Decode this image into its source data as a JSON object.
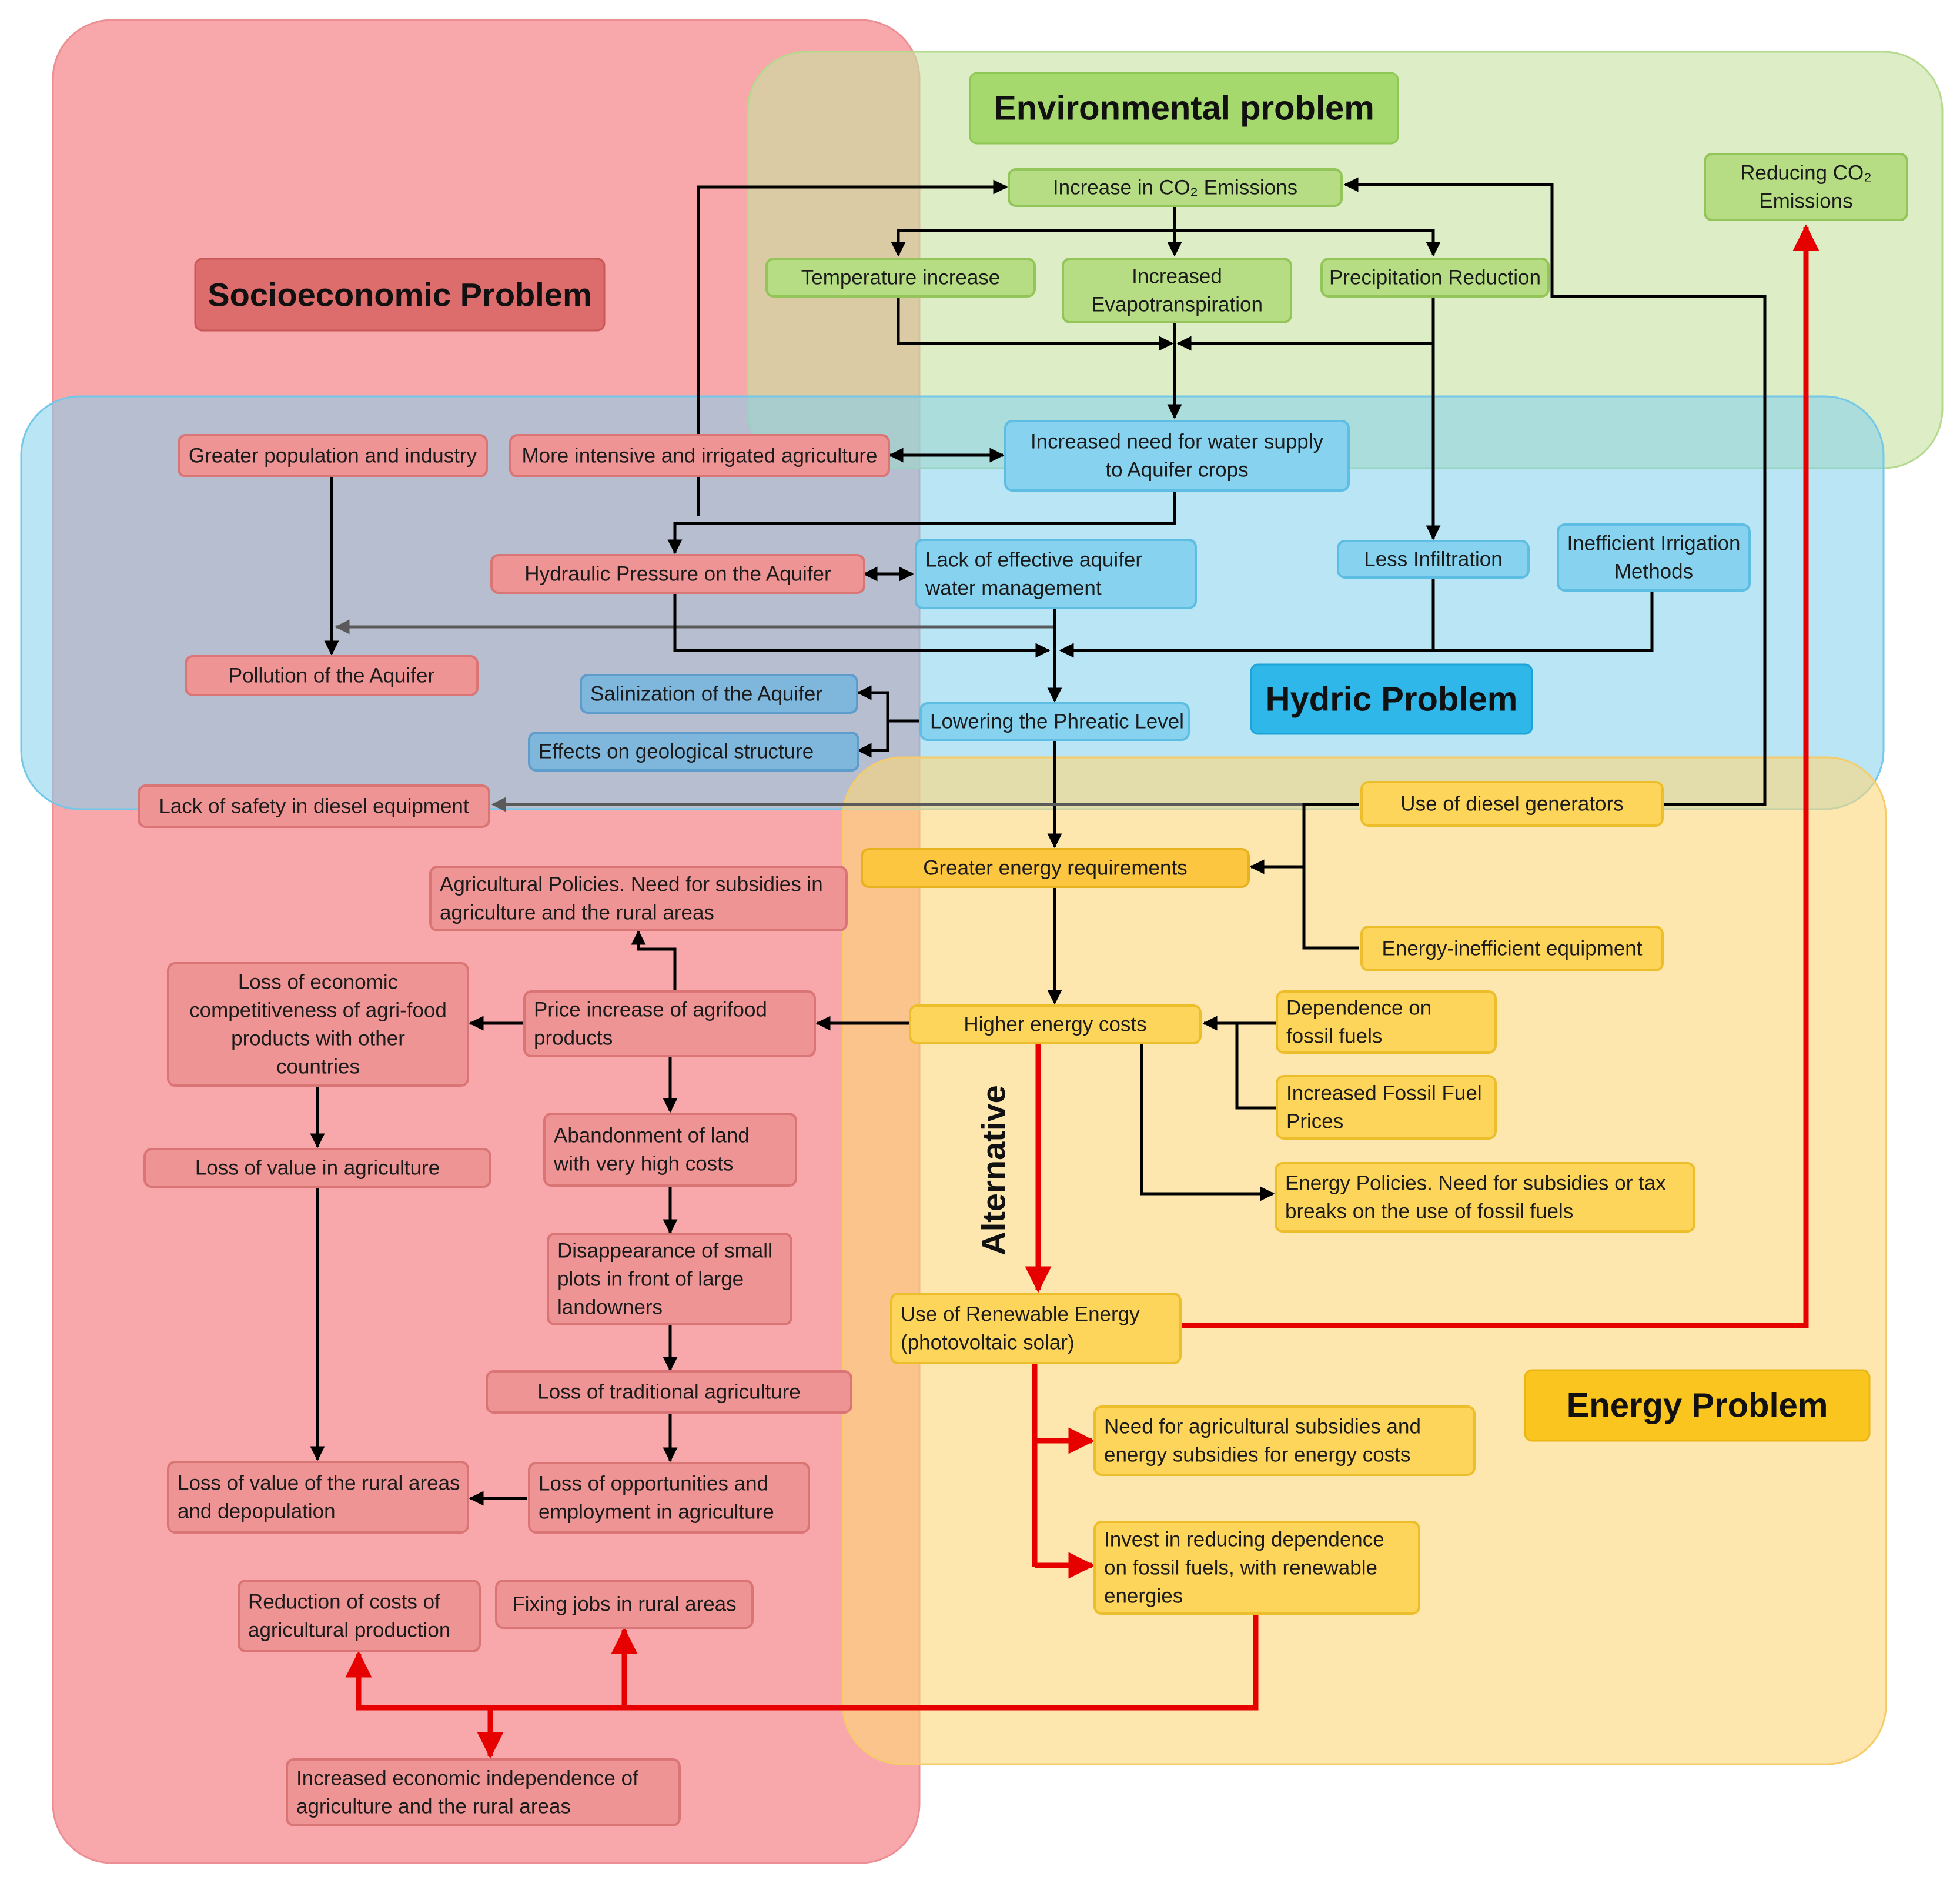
{
  "colors": {
    "socio_region": "#f8a8ab",
    "env_region": "#d6ebb8",
    "hydric_region": "#9dd9ef",
    "energy_region": "#fde19a",
    "socio_node": "#ee9494",
    "env_node": "#b6dd83",
    "hydric_node": "#86d2ef",
    "energy_node": "#fdd55a",
    "arrow": "#000000",
    "grey_arrow": "#5a5a5a",
    "red_arrow": "#e60000"
  },
  "titles": {
    "environmental": "Environmental problem",
    "socioeconomic": "Socioeconomic Problem",
    "hydric": "Hydric Problem",
    "energy": "Energy Problem"
  },
  "alternative_label": "Alternative",
  "nodes": {
    "co2": [
      "Increase in CO₂ Emissions"
    ],
    "reduce_co2": [
      "Reducing CO₂",
      "Emissions"
    ],
    "temp": [
      "Temperature increase"
    ],
    "evapo": [
      "Increased",
      "Evapotranspiration"
    ],
    "precip": [
      "Precipitation Reduction"
    ],
    "pop": [
      "Greater population and industry"
    ],
    "intensive": [
      "More intensive and irrigated agriculture"
    ],
    "water_supply": [
      "Increased need for water supply",
      "to Aquifer crops"
    ],
    "hydraulic": [
      "Hydraulic Pressure on the Aquifer"
    ],
    "lack_mgmt": [
      "Lack of effective aquifer",
      "water management"
    ],
    "less_infil": [
      "Less Infiltration"
    ],
    "ineff_irr": [
      "Inefficient Irrigation",
      "Methods"
    ],
    "pollution": [
      "Pollution of the Aquifer"
    ],
    "salinization": [
      "Salinization of the Aquifer"
    ],
    "geo": [
      "Effects on geological structure"
    ],
    "phreatic": [
      "Lowering the Phreatic Level"
    ],
    "safety": [
      "Lack of safety in diesel equipment"
    ],
    "diesel": [
      "Use of diesel generators"
    ],
    "energy_req": [
      "Greater energy requirements"
    ],
    "ag_policies": [
      "Agricultural Policies. Need for subsidies in",
      "agriculture and the rural areas"
    ],
    "ineff_equip": [
      "Energy-inefficient equipment"
    ],
    "loss_comp": [
      "Loss of economic",
      "competitiveness of agri-food",
      "products with other",
      "countries"
    ],
    "price_inc": [
      "Price increase of agrifood",
      "products"
    ],
    "energy_costs": [
      "Higher energy costs"
    ],
    "dep_fossil": [
      "Dependence on",
      "fossil fuels"
    ],
    "fossil_prices": [
      "Increased Fossil Fuel",
      "Prices"
    ],
    "loss_value": [
      "Loss of value in agriculture"
    ],
    "abandon": [
      "Abandonment of land",
      "with very high costs"
    ],
    "energy_pol": [
      "Energy Policies. Need for subsidies or tax",
      "breaks on the use of fossil fuels"
    ],
    "disappear": [
      "Disappearance of small",
      "plots in front of large",
      "landowners"
    ],
    "renewable": [
      "Use of Renewable Energy",
      "(photovoltaic solar)"
    ],
    "loss_trad": [
      "Loss of traditional agriculture"
    ],
    "need_subs": [
      "Need for agricultural subsidies and",
      "energy subsidies for energy costs"
    ],
    "loss_rural": [
      "Loss of value of the rural areas",
      "and depopulation"
    ],
    "loss_opp": [
      "Loss of opportunities and",
      "employment in agriculture"
    ],
    "invest": [
      "Invest in reducing dependence",
      "on fossil fuels, with renewable",
      "energies"
    ],
    "red_costs": [
      "Reduction of costs of",
      "agricultural production"
    ],
    "fix_jobs": [
      "Fixing jobs in rural areas"
    ],
    "indep": [
      "Increased economic independence of",
      "agriculture and the rural areas"
    ]
  }
}
